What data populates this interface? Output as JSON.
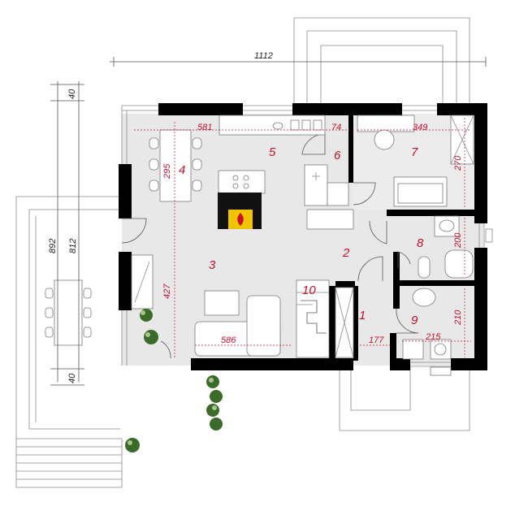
{
  "rooms": [
    {
      "id": "1",
      "label": "1"
    },
    {
      "id": "2",
      "label": "2"
    },
    {
      "id": "3",
      "label": "3"
    },
    {
      "id": "4",
      "label": "4"
    },
    {
      "id": "5",
      "label": "5"
    },
    {
      "id": "6",
      "label": "6"
    },
    {
      "id": "7",
      "label": "7"
    },
    {
      "id": "8",
      "label": "8"
    },
    {
      "id": "9",
      "label": "9"
    },
    {
      "id": "10",
      "label": "10"
    }
  ],
  "dimensions": {
    "overall_width": "1112",
    "overall_depth_outer": "892",
    "overall_depth_inner": "812",
    "offset_top": "40",
    "offset_bottom": "40",
    "kitchen_width": "581",
    "d74": "74",
    "d349": "349",
    "d295": "295",
    "d270": "270",
    "d200": "200",
    "d427": "427",
    "d586": "586",
    "d177": "177",
    "d215": "215",
    "d210": "210"
  },
  "colors": {
    "wall": "#000000",
    "floor": "#e8e8e8",
    "room_label": "#c8102e",
    "fire": "#f2c400"
  }
}
